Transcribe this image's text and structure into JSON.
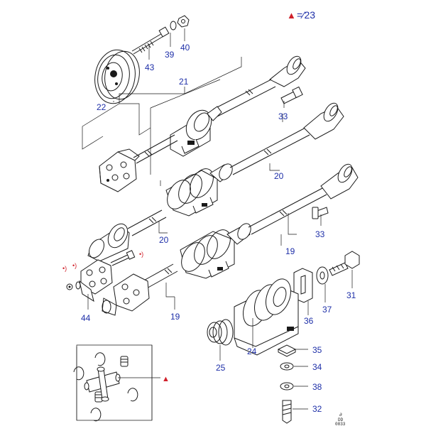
{
  "legend": {
    "symbol": "▲",
    "text": "=⁄23",
    "symbol_color": "#d0202a",
    "text_color": "#1e2fa8"
  },
  "callouts": {
    "c43": "43",
    "c39": "39",
    "c40": "40",
    "c22": "22",
    "c21": "21",
    "c33a": "33",
    "c20a": "20",
    "c20b": "20",
    "c33b": "33",
    "c19a": "19",
    "c31": "31",
    "c37": "37",
    "c36": "36",
    "c44": "44",
    "c19b": "19",
    "c24": "24",
    "c25": "25",
    "c35": "35",
    "c34": "34",
    "c38": "38",
    "c32": "32"
  },
  "notes": {
    "n1": "•)",
    "n2": "•)",
    "n3": "•)"
  },
  "marker": "▲",
  "drawing_code": {
    "line1": "∂",
    "line2": "DD",
    "line3": "0833"
  },
  "colors": {
    "callout": "#1e2fa8",
    "note": "#d0202a",
    "line": "#1a1a1a"
  }
}
